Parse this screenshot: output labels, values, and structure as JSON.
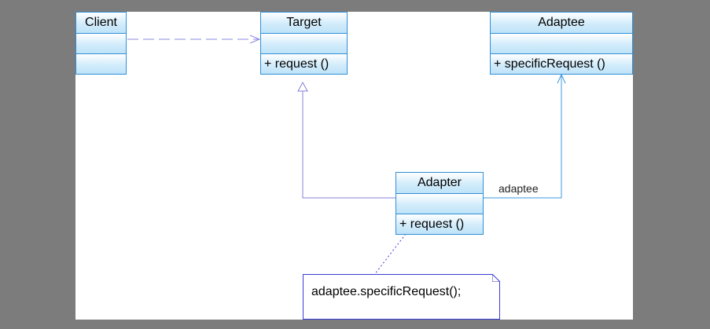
{
  "classes": {
    "client": {
      "name": "Client"
    },
    "target": {
      "name": "Target",
      "operation": "+ request ()"
    },
    "adaptee": {
      "name": "Adaptee",
      "operation": "+ specificRequest ()"
    },
    "adapter": {
      "name": "Adapter",
      "operation": "+ request ()"
    }
  },
  "association_label": "adaptee",
  "note": {
    "text": "adaptee.specificRequest();"
  },
  "colors": {
    "background": "#7c7c7c",
    "border": "#2f8fd8",
    "class_fill": "#bfe3f8",
    "connector": "#7f7fd9",
    "association": "#3a9ae0"
  }
}
